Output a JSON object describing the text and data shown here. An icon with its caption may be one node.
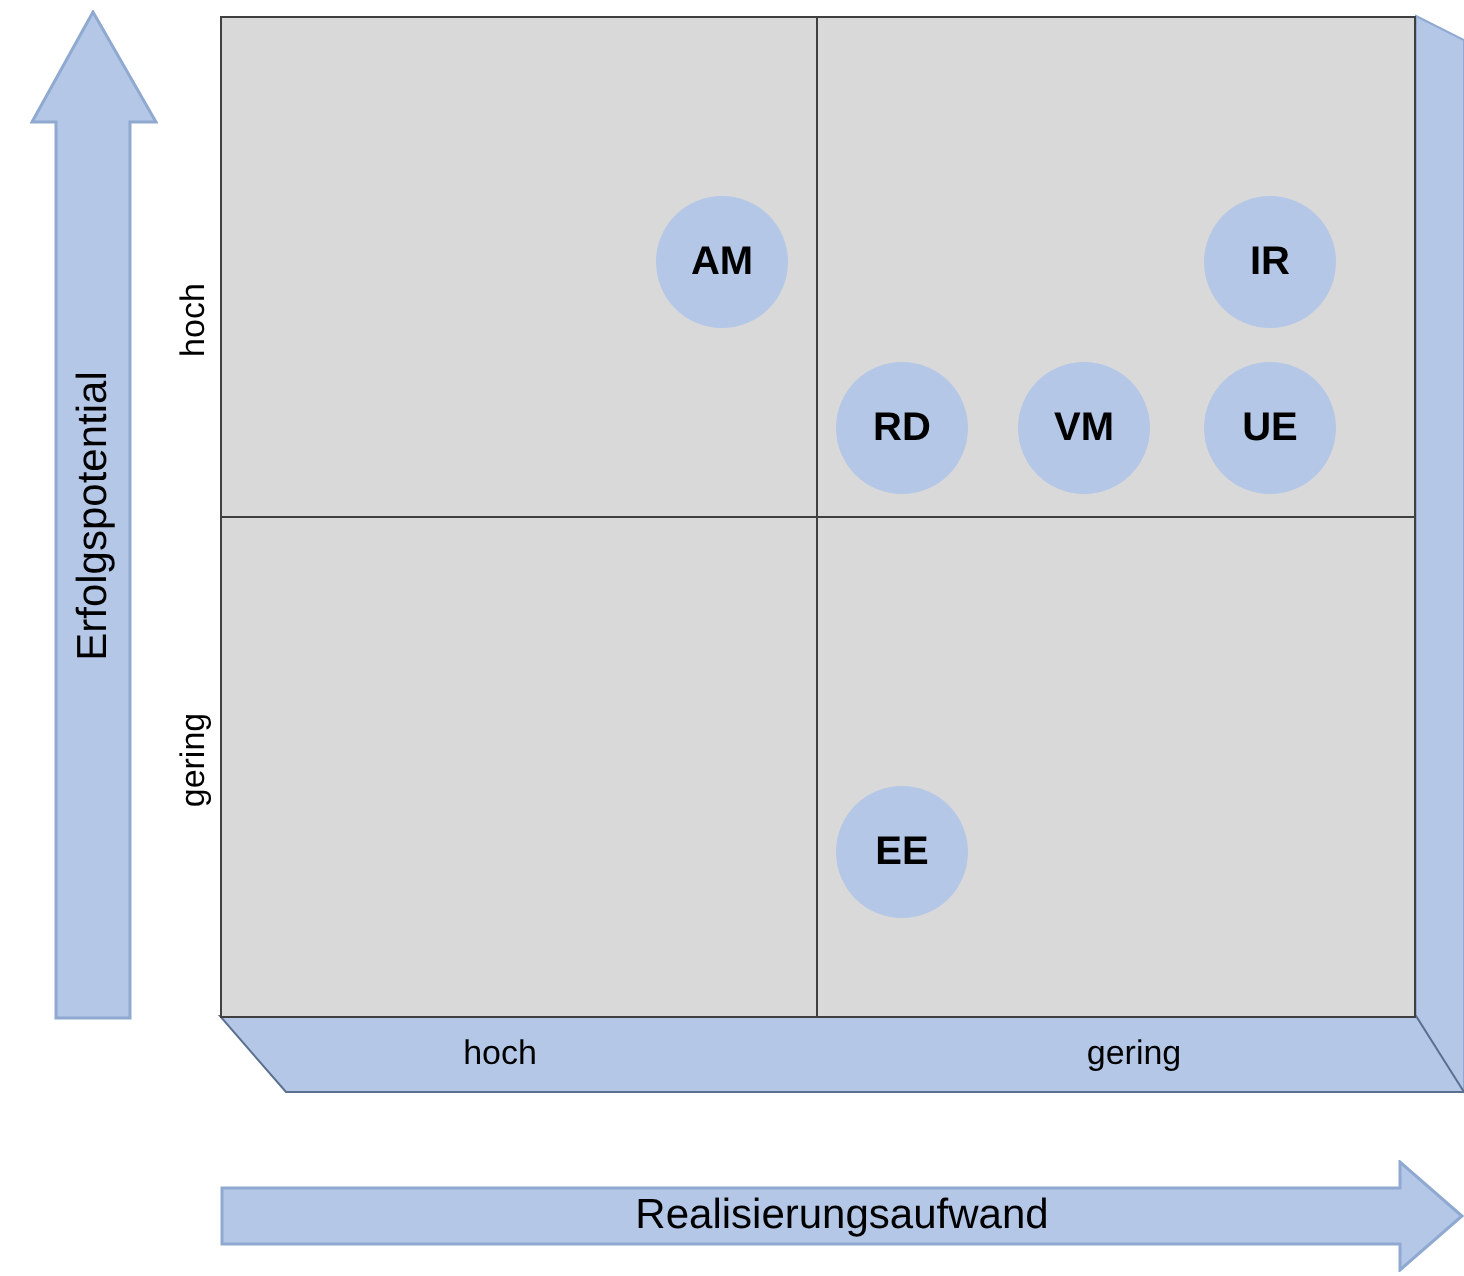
{
  "diagram": {
    "nodes": [
      {
        "text": [],
        "shape": "box"
      },
      {
        "text": [
          "AM"
        ],
        "in": 0
      },
      {
        "text": [],
        "shape": "box"
      },
      {
        "text": [
          "IR"
        ],
        "in": 2
      },
      {
        "text": [
          "RD"
        ],
        "in": 2
      },
      {
        "text": [
          "VM"
        ],
        "in": 2
      },
      {
        "text": [
          "UE"
        ],
        "in": 2
      },
      {
        "text": [],
        "shape": "box"
      },
      {
        "text": [],
        "shape": "box"
      },
      {
        "text": [
          "EE"
        ],
        "in": 8
      },
      {
        "text": [
          "Erfolgspotential"
        ]
      },
      {
        "text": [
          "Realisierungsaufwand"
        ]
      }
    ],
    "edges": [],
    "labels": [
      "hoch",
      "gering",
      "hoch",
      "gering"
    ]
  }
}
